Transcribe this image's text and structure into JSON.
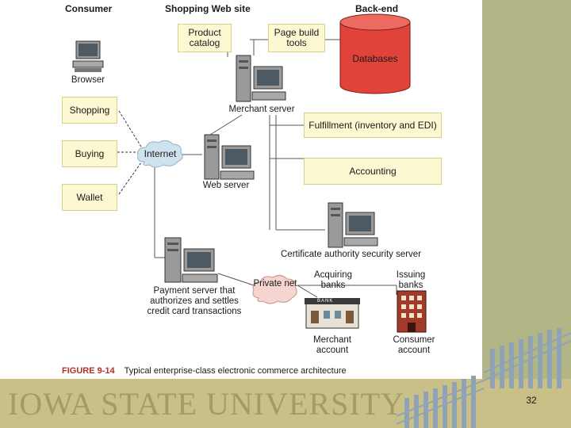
{
  "columns": {
    "consumer": "Consumer",
    "shopping": "Shopping Web site",
    "backend": "Back-end"
  },
  "boxes": {
    "product_catalog": "Product catalog",
    "page_build_tools": "Page build tools",
    "databases": "Databases",
    "shopping": "Shopping",
    "buying": "Buying",
    "wallet": "Wallet",
    "fulfillment": "Fulfillment (inventory and EDI)",
    "accounting": "Accounting"
  },
  "labels": {
    "browser": "Browser",
    "merchant_server": "Merchant server",
    "internet": "Internet",
    "web_server": "Web server",
    "certificate_server": "Certificate authority security server",
    "payment_server": "Payment server that authorizes and settles credit card transactions",
    "private_net": "Private net",
    "acquiring_banks": "Acquiring banks",
    "issuing_banks": "Issuing banks",
    "merchant_account": "Merchant account",
    "consumer_account": "Consumer account",
    "bank_sign": "BANK"
  },
  "caption": {
    "figure": "FIGURE 9-14",
    "text": "Typical enterprise-class electronic commerce architecture"
  },
  "footer": {
    "university": "IOWA STATE UNIVERSITY",
    "slide_number": "32"
  },
  "colors": {
    "database": "#e0433a",
    "box_fill": "#fcf8d2",
    "cloud": "#cfe3ee",
    "private_net": "#f6d4cf",
    "right_band": "#b2b585",
    "footer": "#c8c087"
  }
}
